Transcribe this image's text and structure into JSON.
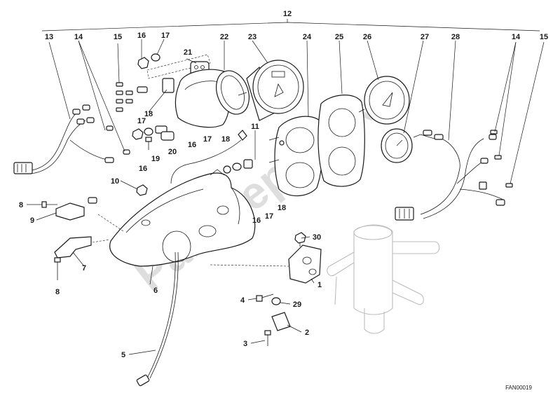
{
  "diagram": {
    "watermark": "Partsrepublik",
    "reference_code": "FAN00019",
    "callouts": [
      {
        "id": "c12",
        "label": "12"
      },
      {
        "id": "c13",
        "label": "13"
      },
      {
        "id": "c14a",
        "label": "14"
      },
      {
        "id": "c15a",
        "label": "15"
      },
      {
        "id": "c16a",
        "label": "16"
      },
      {
        "id": "c17a",
        "label": "17"
      },
      {
        "id": "c21",
        "label": "21"
      },
      {
        "id": "c22",
        "label": "22"
      },
      {
        "id": "c23",
        "label": "23"
      },
      {
        "id": "c24",
        "label": "24"
      },
      {
        "id": "c25",
        "label": "25"
      },
      {
        "id": "c26",
        "label": "26"
      },
      {
        "id": "c27",
        "label": "27"
      },
      {
        "id": "c28",
        "label": "28"
      },
      {
        "id": "c14b",
        "label": "14"
      },
      {
        "id": "c15b",
        "label": "15"
      },
      {
        "id": "c18a",
        "label": "18"
      },
      {
        "id": "c17b",
        "label": "17"
      },
      {
        "id": "c16b",
        "label": "16"
      },
      {
        "id": "c19",
        "label": "19"
      },
      {
        "id": "c20",
        "label": "20"
      },
      {
        "id": "c16c",
        "label": "16"
      },
      {
        "id": "c17c",
        "label": "17"
      },
      {
        "id": "c18b",
        "label": "18"
      },
      {
        "id": "c11",
        "label": "11"
      },
      {
        "id": "c10",
        "label": "10"
      },
      {
        "id": "c8a",
        "label": "8"
      },
      {
        "id": "c9",
        "label": "9"
      },
      {
        "id": "c7",
        "label": "7"
      },
      {
        "id": "c8b",
        "label": "8"
      },
      {
        "id": "c6",
        "label": "6"
      },
      {
        "id": "c5",
        "label": "5"
      },
      {
        "id": "c16d",
        "label": "16"
      },
      {
        "id": "c17d",
        "label": "17"
      },
      {
        "id": "c18c",
        "label": "18"
      },
      {
        "id": "c30",
        "label": "30"
      },
      {
        "id": "c1",
        "label": "1"
      },
      {
        "id": "c4",
        "label": "4"
      },
      {
        "id": "c29",
        "label": "29"
      },
      {
        "id": "c2",
        "label": "2"
      },
      {
        "id": "c3",
        "label": "3"
      }
    ]
  }
}
